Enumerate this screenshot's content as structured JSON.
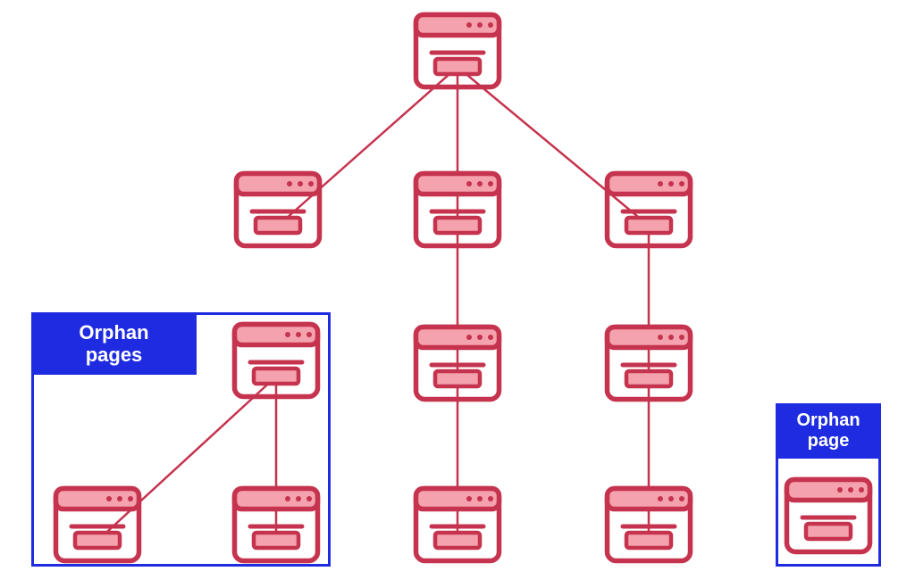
{
  "diagram": {
    "type": "site-structure-tree",
    "description": "Website page hierarchy diagram with browser-window page icons; main tree linked from a home page, plus highlighted groups of orphan pages not linked from the tree",
    "colors": {
      "icon_stroke": "#C5334E",
      "icon_fill": "#F4A2AD",
      "connector": "#C5334E",
      "group_box_blue": "#1E2BE0",
      "label_text": "#FFFFFF",
      "background": "#FFFFFF"
    },
    "nodes": [
      {
        "id": "home",
        "kind": "page-icon"
      },
      {
        "id": "category-left",
        "kind": "page-icon"
      },
      {
        "id": "category-center",
        "kind": "page-icon"
      },
      {
        "id": "category-right",
        "kind": "page-icon"
      },
      {
        "id": "page-center-2",
        "kind": "page-icon"
      },
      {
        "id": "page-center-3",
        "kind": "page-icon"
      },
      {
        "id": "page-right-2",
        "kind": "page-icon"
      },
      {
        "id": "page-right-3",
        "kind": "page-icon"
      },
      {
        "id": "orphan-parent",
        "kind": "page-icon"
      },
      {
        "id": "orphan-child-left",
        "kind": "page-icon"
      },
      {
        "id": "orphan-child-right",
        "kind": "page-icon"
      },
      {
        "id": "orphan-single",
        "kind": "page-icon"
      }
    ],
    "edges": [
      {
        "from": "home",
        "to": "category-left"
      },
      {
        "from": "home",
        "to": "category-center"
      },
      {
        "from": "home",
        "to": "category-right"
      },
      {
        "from": "category-center",
        "to": "page-center-2"
      },
      {
        "from": "page-center-2",
        "to": "page-center-3"
      },
      {
        "from": "category-right",
        "to": "page-right-2"
      },
      {
        "from": "page-right-2",
        "to": "page-right-3"
      },
      {
        "from": "orphan-parent",
        "to": "orphan-child-left"
      },
      {
        "from": "orphan-parent",
        "to": "orphan-child-right"
      }
    ],
    "groups": [
      {
        "id": "orphan-pages-group",
        "label_lines": [
          "Orphan",
          "pages"
        ],
        "members": [
          "orphan-parent",
          "orphan-child-left",
          "orphan-child-right"
        ]
      },
      {
        "id": "orphan-page-group",
        "label_lines": [
          "Orphan",
          "page"
        ],
        "members": [
          "orphan-single"
        ]
      }
    ]
  }
}
